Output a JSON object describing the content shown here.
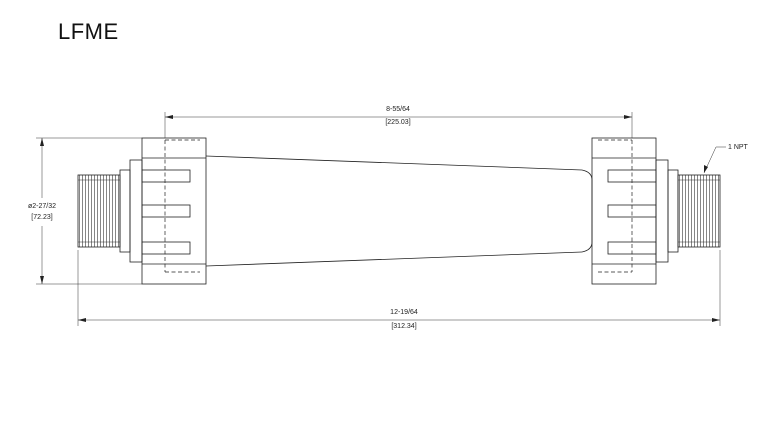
{
  "title": "LFME",
  "dimensions": {
    "body_length": {
      "fraction": "8-55/64",
      "metric": "[225.03]"
    },
    "overall_length": {
      "fraction": "12-19/64",
      "metric": "[312.34]"
    },
    "diameter": {
      "fraction": "ø2-27/32",
      "metric": "[72.23]"
    },
    "thread": "1 NPT"
  }
}
